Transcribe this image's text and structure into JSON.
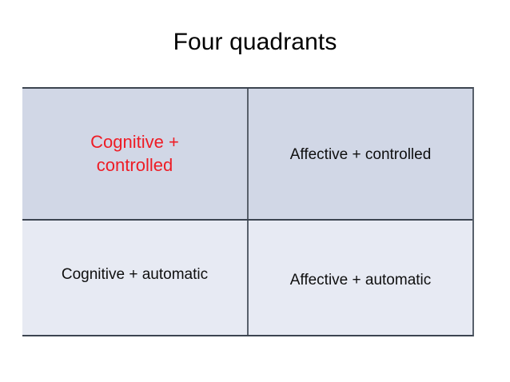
{
  "slide": {
    "title": "Four quadrants",
    "background_color": "#ffffff"
  },
  "matrix": {
    "border_color": "#3c4450",
    "rows": [
      {
        "row_name": "controlled-row",
        "background_color": "#d1d7e6",
        "cells": [
          {
            "name": "cognitive-controlled",
            "label": "Cognitive + controlled",
            "text_color": "#ee1c25",
            "highlighted": "true"
          },
          {
            "name": "affective-controlled",
            "label": "Affective + controlled",
            "text_color": "#0f0f0f",
            "highlighted": "false"
          }
        ]
      },
      {
        "row_name": "automatic-row",
        "background_color": "#e7eaf3",
        "cells": [
          {
            "name": "cognitive-automatic",
            "label": "Cognitive + automatic",
            "text_color": "#0f0f0f",
            "highlighted": "false"
          },
          {
            "name": "affective-automatic",
            "label": "Affective + automatic",
            "text_color": "#0f0f0f",
            "highlighted": "false"
          }
        ]
      }
    ]
  }
}
